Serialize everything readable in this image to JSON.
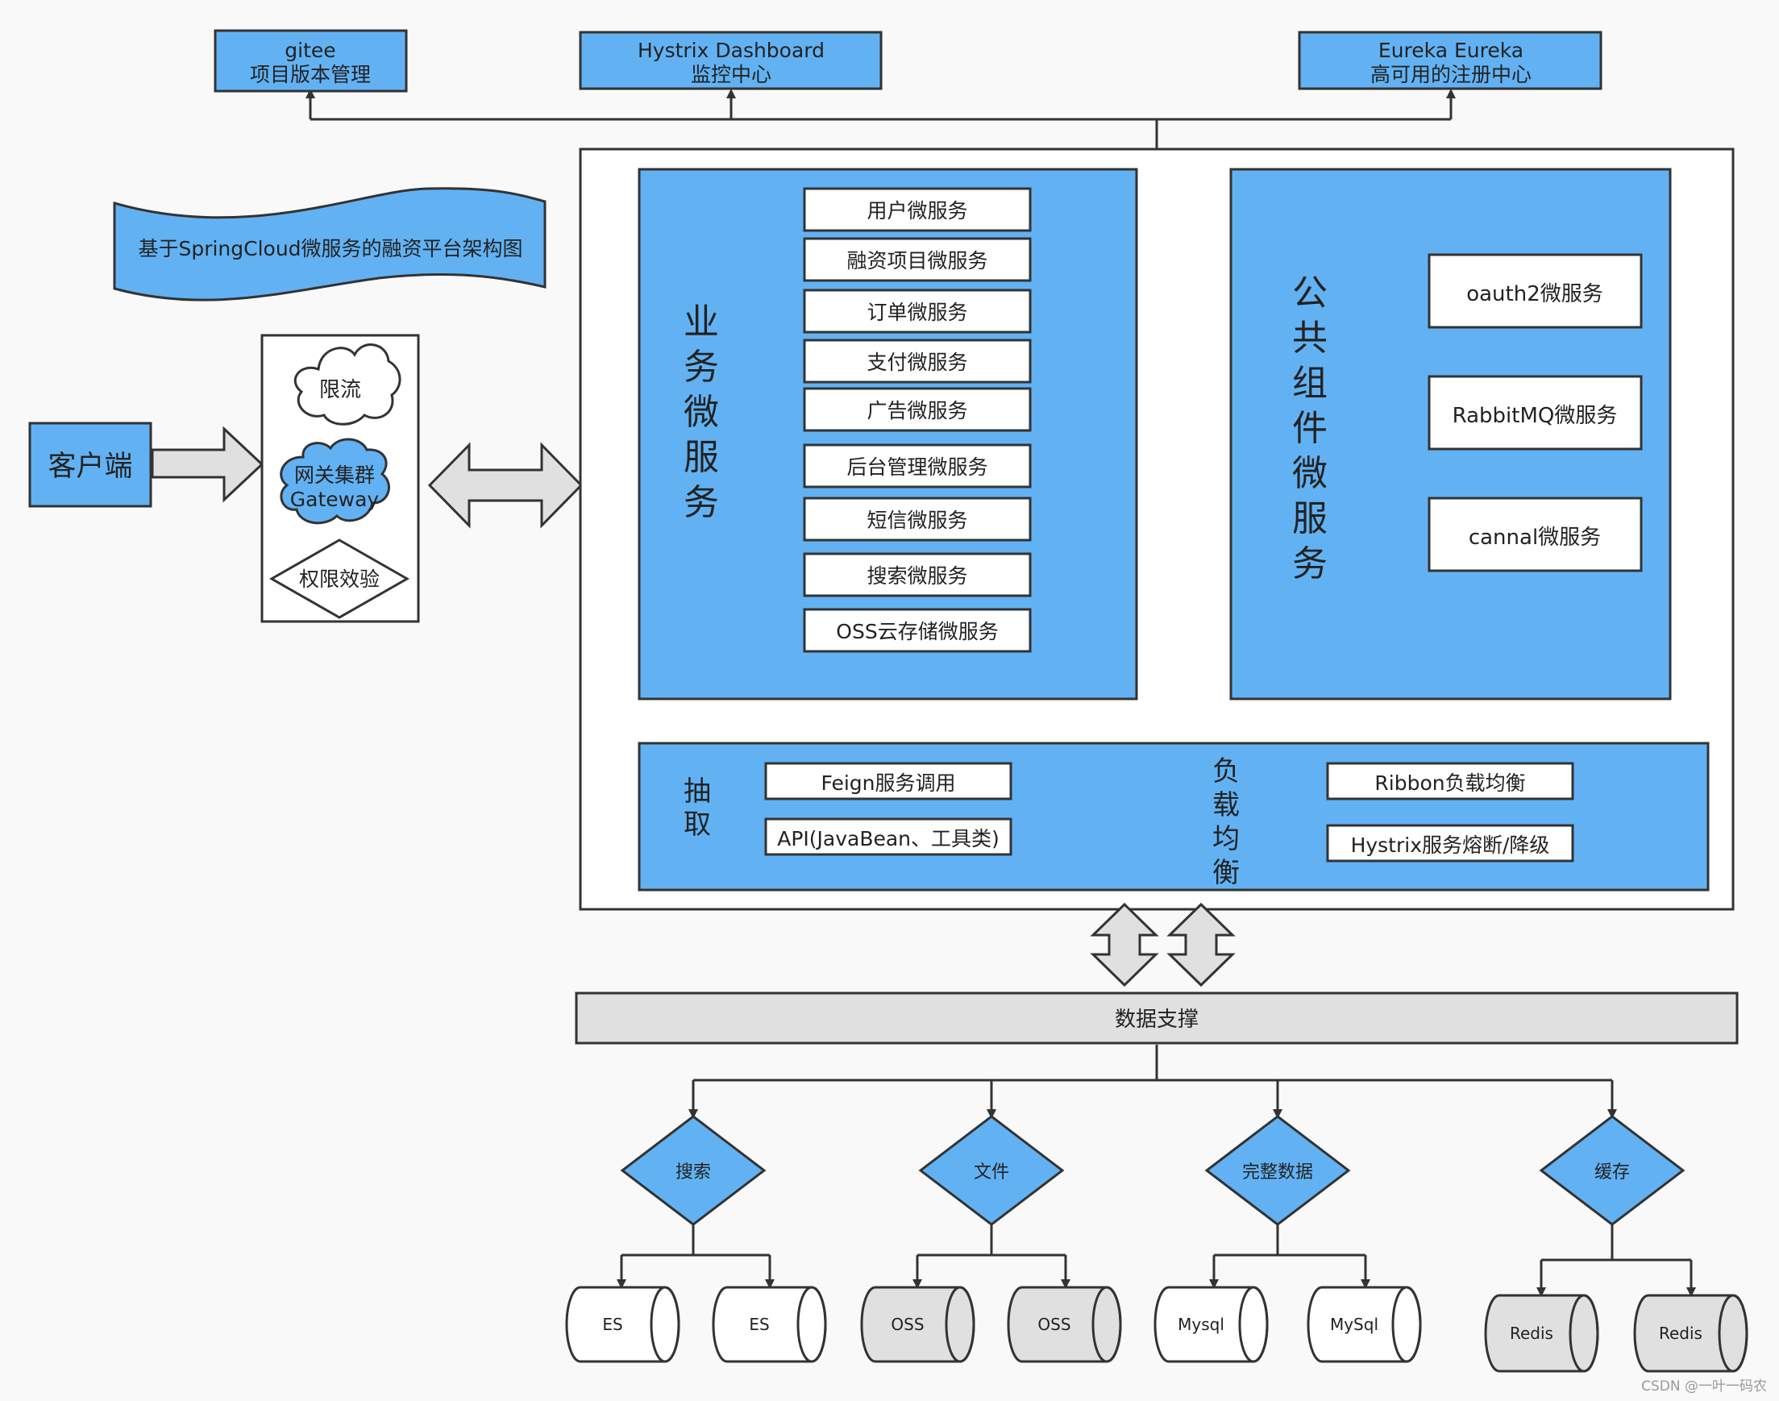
{
  "top_services": [
    {
      "line1": "gitee",
      "line2": "项目版本管理"
    },
    {
      "line1": "Hystrix Dashboard",
      "line2": "监控中心"
    },
    {
      "line1": "Eureka  Eureka",
      "line2": "高可用的注册中心"
    }
  ],
  "banner_title": "基于SpringCloud微服务的融资平台架构图",
  "client_label": "客户端",
  "gateway": {
    "limit_label": "限流",
    "cluster_line1": "网关集群",
    "cluster_line2": "Gateway",
    "auth_label": "权限效验"
  },
  "business": {
    "title_chars": [
      "业",
      "务",
      "微",
      "服",
      "务"
    ],
    "services": [
      "用户微服务",
      "融资项目微服务",
      "订单微服务",
      "支付微服务",
      "广告微服务",
      "后台管理微服务",
      "短信微服务",
      "搜索微服务",
      "OSS云存储微服务"
    ]
  },
  "common": {
    "title_chars": [
      "公",
      "共",
      "组",
      "件",
      "微",
      "服",
      "务"
    ],
    "services": [
      "oauth2微服务",
      "RabbitMQ微服务",
      "cannal微服务"
    ]
  },
  "extract": {
    "title_chars": [
      "抽",
      "取"
    ],
    "items": [
      "Feign服务调用",
      "API(JavaBean、工具类)"
    ]
  },
  "load_balance": {
    "title_chars": [
      "负",
      "载",
      "均",
      "衡"
    ],
    "items": [
      "Ribbon负载均衡",
      "Hystrix服务熔断/降级"
    ]
  },
  "data_support_label": "数据支撑",
  "data_groups": [
    {
      "label": "搜索",
      "stores": [
        "ES",
        "ES"
      ]
    },
    {
      "label": "文件",
      "stores": [
        "OSS",
        "OSS"
      ]
    },
    {
      "label": "完整数据",
      "stores": [
        "Mysql",
        "MySql"
      ]
    },
    {
      "label": "缓存",
      "stores": [
        "Redis",
        "Redis"
      ]
    }
  ],
  "watermark": "CSDN @一叶一码农",
  "colors": {
    "blue": "#62b2f3",
    "gray": "#e0e0e0",
    "white": "#ffffff",
    "stroke": "#333333"
  }
}
